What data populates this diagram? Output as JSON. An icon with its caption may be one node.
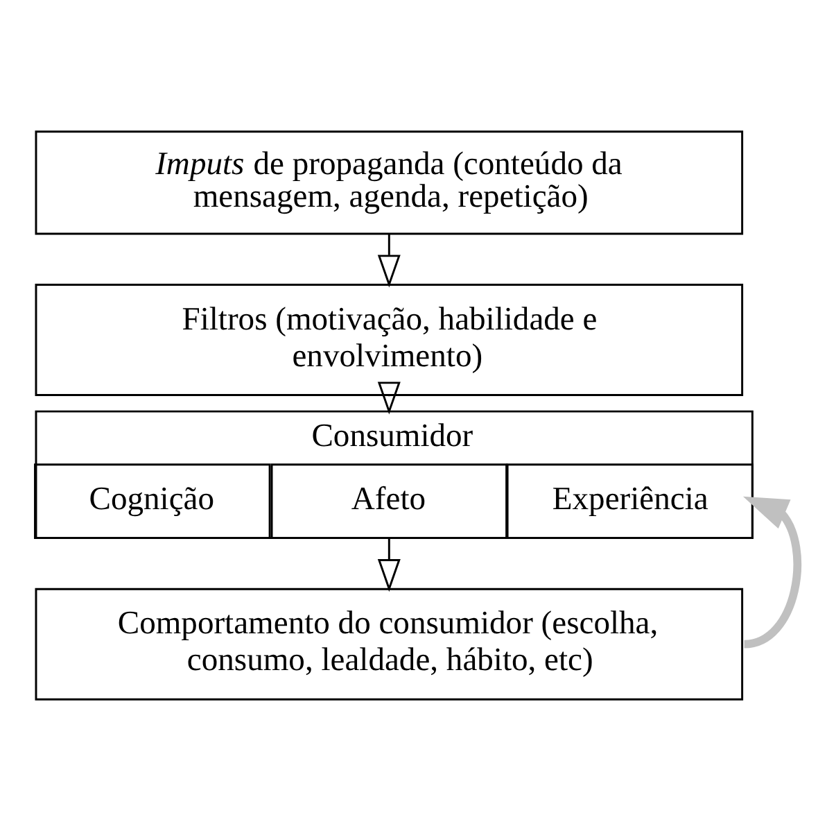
{
  "diagram": {
    "nodes": [
      {
        "text": [
          "*Imputs* de propaganda (conteúdo da mensagem, agenda, repetição)"
        ]
      },
      {
        "text": [
          "Filtros (motivação, habilidade e envolvimento)"
        ]
      },
      {
        "text": [
          "Consumidor"
        ]
      },
      {
        "text": [
          "Cognição"
        ],
        "in": 2
      },
      {
        "text": [
          "Afeto"
        ],
        "in": 2
      },
      {
        "text": [
          "Experiência"
        ],
        "in": 2
      },
      {
        "text": [
          "Comportamento do consumidor (escolha, consumo, lealdade, hábito, etc)"
        ]
      }
    ],
    "edges": [
      {
        "from": 0,
        "to": 1,
        "arrow": "to"
      },
      {
        "from": 1,
        "to": 2,
        "arrow": "to"
      },
      {
        "from": 2,
        "to": 6,
        "arrow": "to"
      },
      {
        "from": 6,
        "to": 2,
        "arrow": "to",
        "style": "thick",
        "color": "#c0c0c0"
      }
    ]
  }
}
